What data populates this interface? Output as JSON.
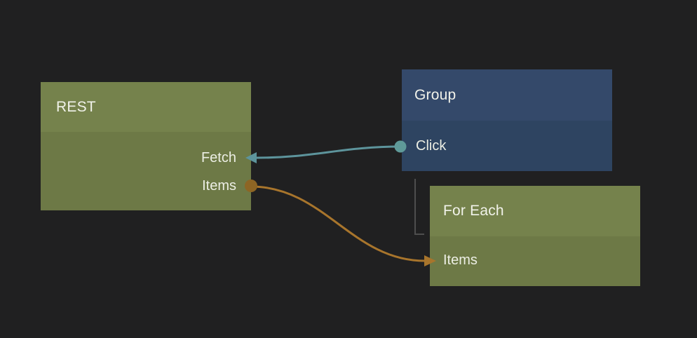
{
  "canvas": {
    "background": "#202021"
  },
  "nodes": {
    "rest": {
      "title": "REST",
      "header_color": "#75824c",
      "body_color": "#6d7946",
      "ports": [
        {
          "label": "Fetch",
          "side": "right",
          "role": "input"
        },
        {
          "label": "Items",
          "side": "right",
          "role": "output"
        }
      ]
    },
    "group": {
      "title": "Group",
      "header_color": "#34496a",
      "body_color": "#2e4461",
      "ports": [
        {
          "label": "Click",
          "side": "left",
          "role": "output"
        }
      ]
    },
    "for_each": {
      "title": "For Each",
      "header_color": "#75824c",
      "body_color": "#6d7946",
      "ports": [
        {
          "label": "Items",
          "side": "left",
          "role": "input"
        }
      ]
    }
  },
  "connections": [
    {
      "from_node": "Group",
      "from_port": "Click",
      "to_node": "REST",
      "to_port": "Fetch",
      "color": "#5d949c",
      "dot_color": "#5f9a99"
    },
    {
      "from_node": "REST",
      "from_port": "Items",
      "to_node": "For Each",
      "to_port": "Items",
      "color": "#a8752c",
      "dot_color": "#8d6524"
    }
  ],
  "group_child_indicator": {
    "parent": "Group",
    "child": "For Each",
    "color": "#4e4e4e"
  }
}
